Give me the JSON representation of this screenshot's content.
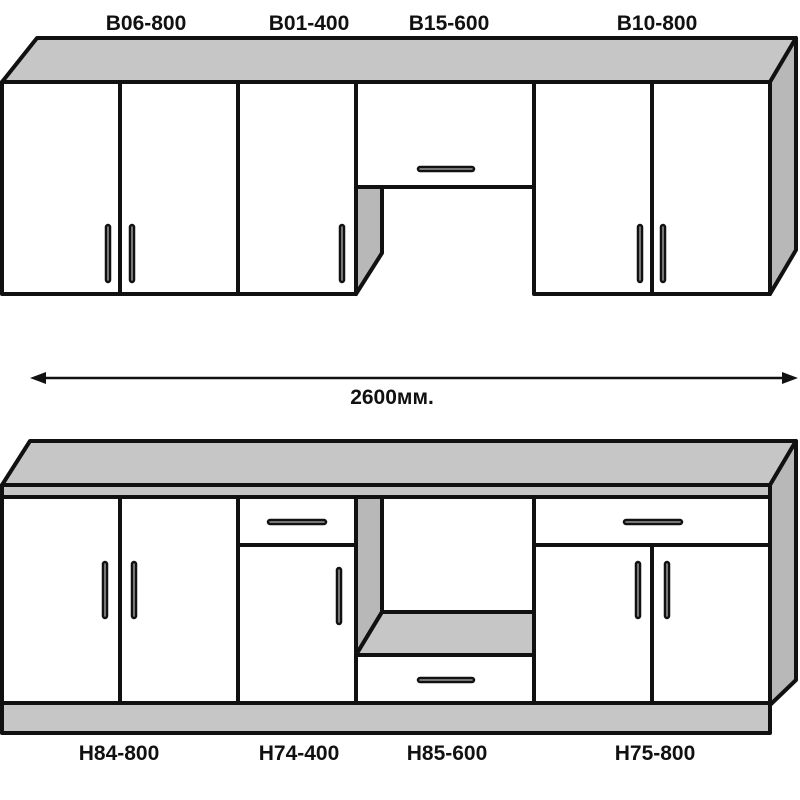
{
  "upper_cabinets": [
    {
      "label": "B06-800"
    },
    {
      "label": "B01-400"
    },
    {
      "label": "B15-600"
    },
    {
      "label": "B10-800"
    }
  ],
  "lower_cabinets": [
    {
      "label": "H84-800"
    },
    {
      "label": "H74-400"
    },
    {
      "label": "H85-600"
    },
    {
      "label": "H75-800"
    }
  ],
  "dimension": {
    "total_width": "2600мм."
  },
  "colors": {
    "panel": "#c6c6c6",
    "front": "#ffffff",
    "outline": "#111111"
  }
}
